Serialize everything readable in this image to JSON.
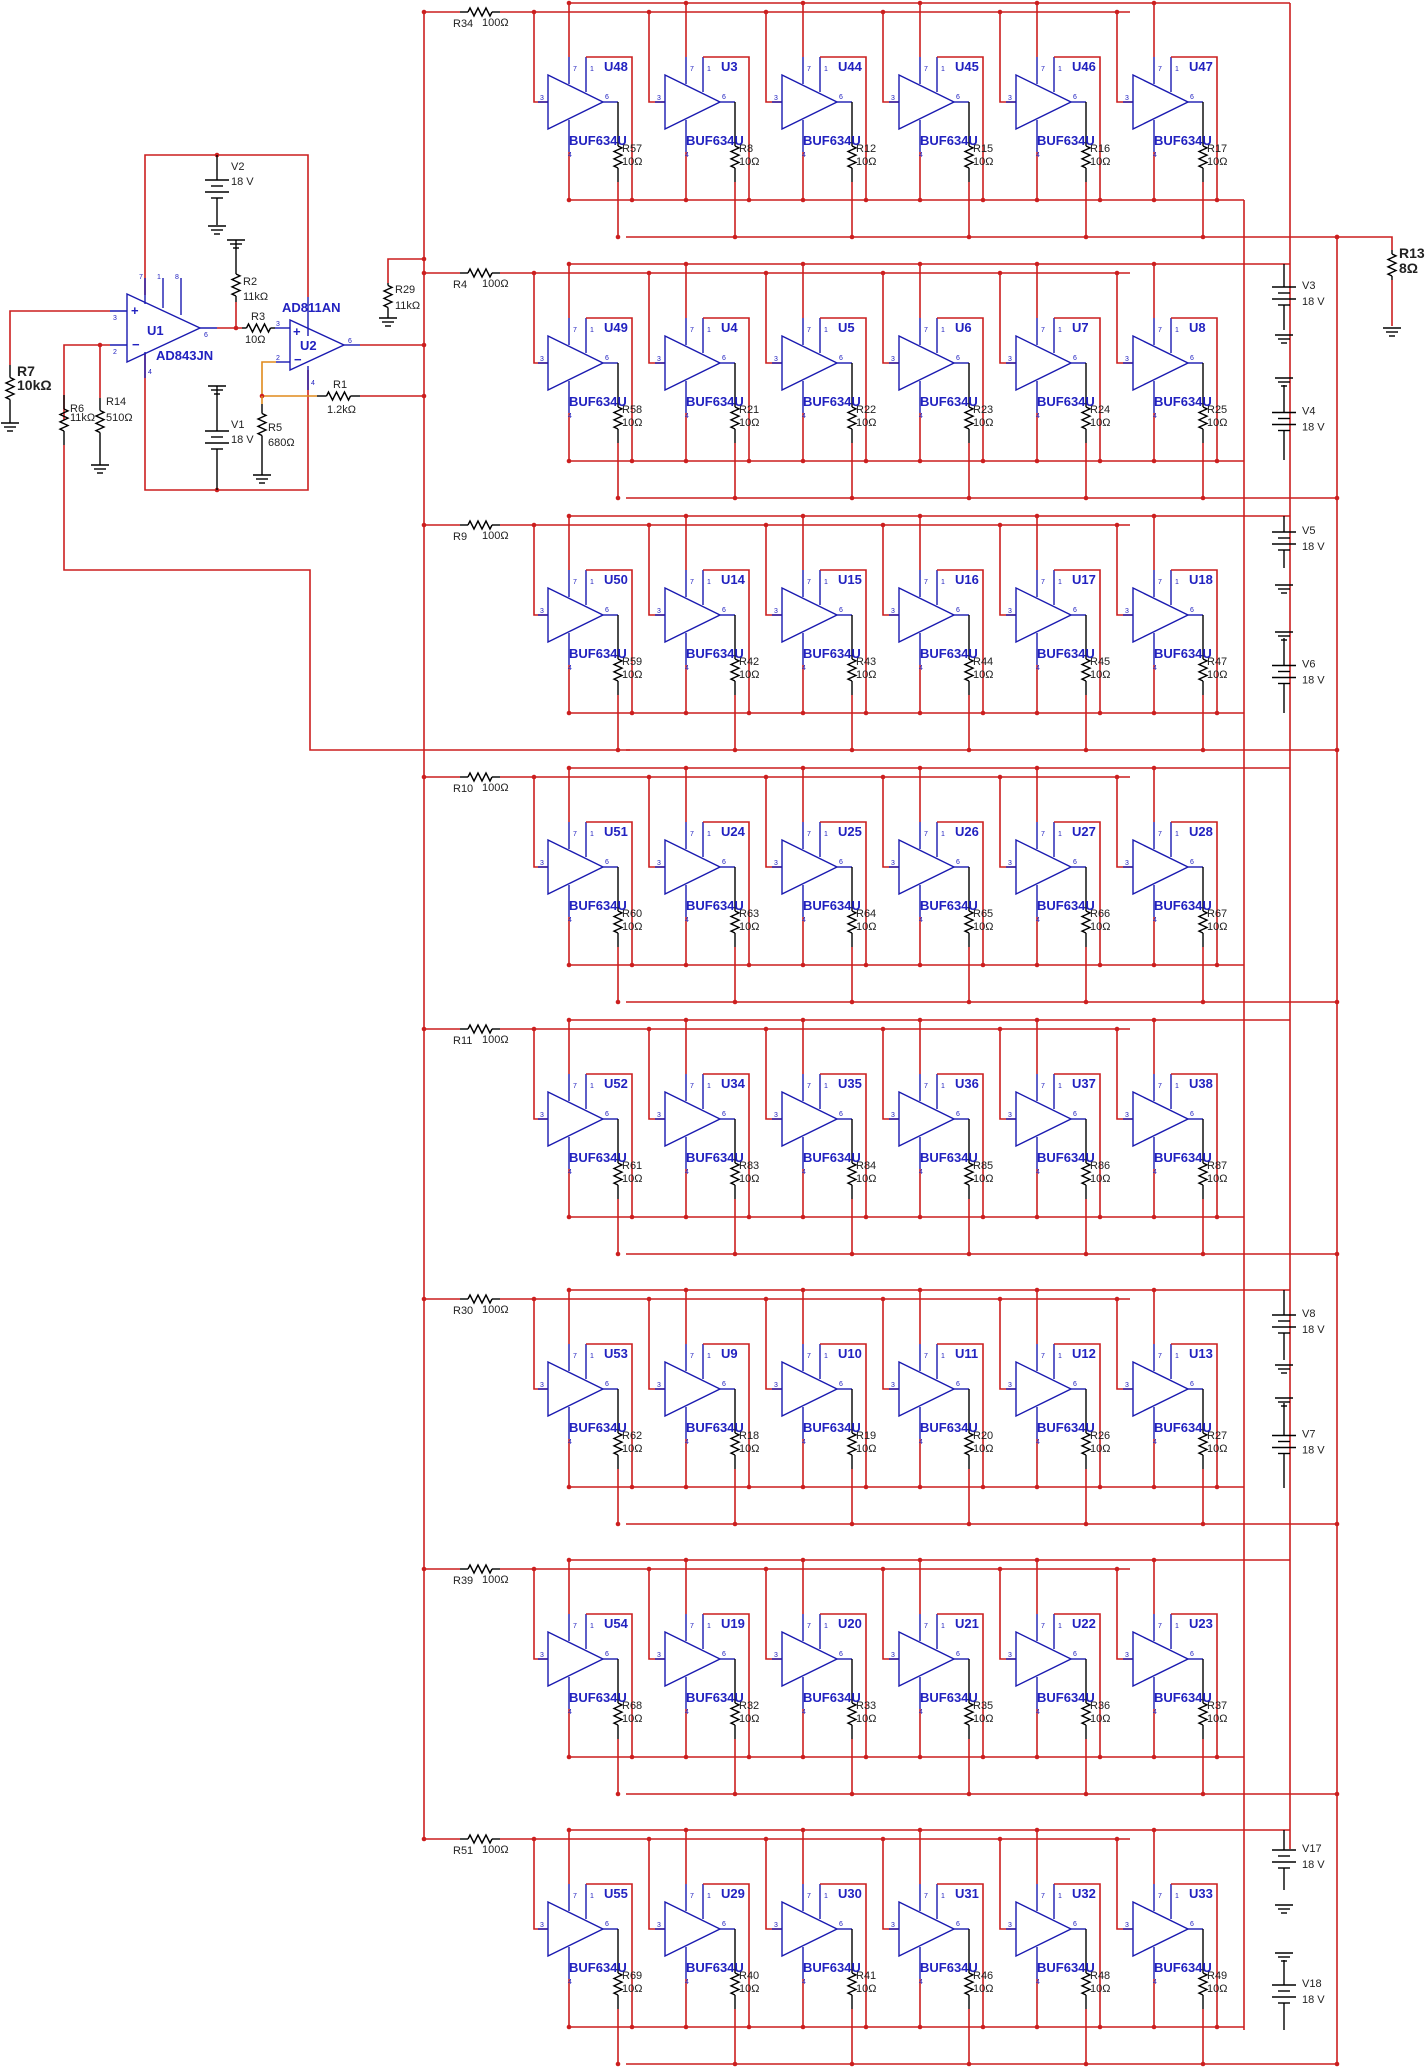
{
  "title": "BUF634U parallel buffer amplifier schematic",
  "colors": {
    "wire": "#cc1f1f",
    "feedback_wire": "#e08a1c",
    "part": "#1a1ab0",
    "part_label": "#2222c0",
    "text": "#222222"
  },
  "front_end": {
    "u1": {
      "ref": "U1",
      "model": "AD843JN",
      "pins": [
        "7",
        "1",
        "8",
        "3",
        "2",
        "6",
        "4"
      ]
    },
    "u2": {
      "ref": "U2",
      "model": "AD811AN",
      "pins": [
        "3",
        "2",
        "6",
        "4"
      ]
    },
    "v2": {
      "ref": "V2",
      "value": "18 V"
    },
    "v1": {
      "ref": "V1",
      "value": "18 V"
    },
    "r2": {
      "ref": "R2",
      "value": "11kΩ"
    },
    "r3": {
      "ref": "R3",
      "value": "10Ω"
    },
    "r1": {
      "ref": "R1",
      "value": "1.2kΩ"
    },
    "r5": {
      "ref": "R5",
      "value": "680Ω"
    },
    "r6": {
      "ref": "R6",
      "value": "11kΩ"
    },
    "r14": {
      "ref": "R14",
      "value": "510Ω"
    },
    "r7": {
      "ref": "R7",
      "value": "10kΩ"
    },
    "r29": {
      "ref": "R29",
      "value": "11kΩ"
    }
  },
  "load": {
    "ref": "R13",
    "value": "8Ω"
  },
  "buffer_model": "BUF634U",
  "buffer_pins": {
    "vplus": "7",
    "bw": "1",
    "in": "3",
    "out": "6",
    "vminus": "4"
  },
  "banks": [
    {
      "input_resistor": {
        "ref": "R34",
        "value": "100Ω"
      },
      "buffers": [
        "U48",
        "U3",
        "U44",
        "U45",
        "U46",
        "U47"
      ],
      "out_resistors": [
        "R57",
        "R8",
        "R12",
        "R15",
        "R16",
        "R17"
      ],
      "out_value": "10Ω"
    },
    {
      "input_resistor": {
        "ref": "R4",
        "value": "100Ω"
      },
      "buffers": [
        "U49",
        "U4",
        "U5",
        "U6",
        "U7",
        "U8"
      ],
      "out_resistors": [
        "R58",
        "R21",
        "R22",
        "R23",
        "R24",
        "R25"
      ],
      "out_value": "10Ω"
    },
    {
      "input_resistor": {
        "ref": "R9",
        "value": "100Ω"
      },
      "buffers": [
        "U50",
        "U14",
        "U15",
        "U16",
        "U17",
        "U18"
      ],
      "out_resistors": [
        "R59",
        "R42",
        "R43",
        "R44",
        "R45",
        "R47"
      ],
      "out_value": "10Ω"
    },
    {
      "input_resistor": {
        "ref": "R10",
        "value": "100Ω"
      },
      "buffers": [
        "U51",
        "U24",
        "U25",
        "U26",
        "U27",
        "U28"
      ],
      "out_resistors": [
        "R60",
        "R63",
        "R64",
        "R65",
        "R66",
        "R67"
      ],
      "out_value": "10Ω"
    },
    {
      "input_resistor": {
        "ref": "R11",
        "value": "100Ω"
      },
      "buffers": [
        "U52",
        "U34",
        "U35",
        "U36",
        "U37",
        "U38"
      ],
      "out_resistors": [
        "R61",
        "R83",
        "R84",
        "R85",
        "R86",
        "R87"
      ],
      "out_value": "10Ω"
    },
    {
      "input_resistor": {
        "ref": "R30",
        "value": "100Ω"
      },
      "buffers": [
        "U53",
        "U9",
        "U10",
        "U11",
        "U12",
        "U13"
      ],
      "out_resistors": [
        "R62",
        "R18",
        "R19",
        "R20",
        "R26",
        "R27"
      ],
      "out_value": "10Ω"
    },
    {
      "input_resistor": {
        "ref": "R39",
        "value": "100Ω"
      },
      "buffers": [
        "U54",
        "U19",
        "U20",
        "U21",
        "U22",
        "U23"
      ],
      "out_resistors": [
        "R68",
        "R32",
        "R33",
        "R35",
        "R36",
        "R37"
      ],
      "out_value": "10Ω"
    },
    {
      "input_resistor": {
        "ref": "R51",
        "value": "100Ω"
      },
      "buffers": [
        "U55",
        "U29",
        "U30",
        "U31",
        "U32",
        "U33"
      ],
      "out_resistors": [
        "R69",
        "R40",
        "R41",
        "R46",
        "R48",
        "R49"
      ],
      "out_value": "10Ω"
    }
  ],
  "supplies": [
    {
      "ref": "V3",
      "value": "18 V",
      "polarity": "positive"
    },
    {
      "ref": "V4",
      "value": "18 V",
      "polarity": "negative"
    },
    {
      "ref": "V5",
      "value": "18 V",
      "polarity": "positive"
    },
    {
      "ref": "V6",
      "value": "18 V",
      "polarity": "negative"
    },
    {
      "ref": "V8",
      "value": "18 V",
      "polarity": "positive"
    },
    {
      "ref": "V7",
      "value": "18 V",
      "polarity": "negative"
    },
    {
      "ref": "V17",
      "value": "18 V",
      "polarity": "positive"
    },
    {
      "ref": "V18",
      "value": "18 V",
      "polarity": "negative"
    }
  ]
}
